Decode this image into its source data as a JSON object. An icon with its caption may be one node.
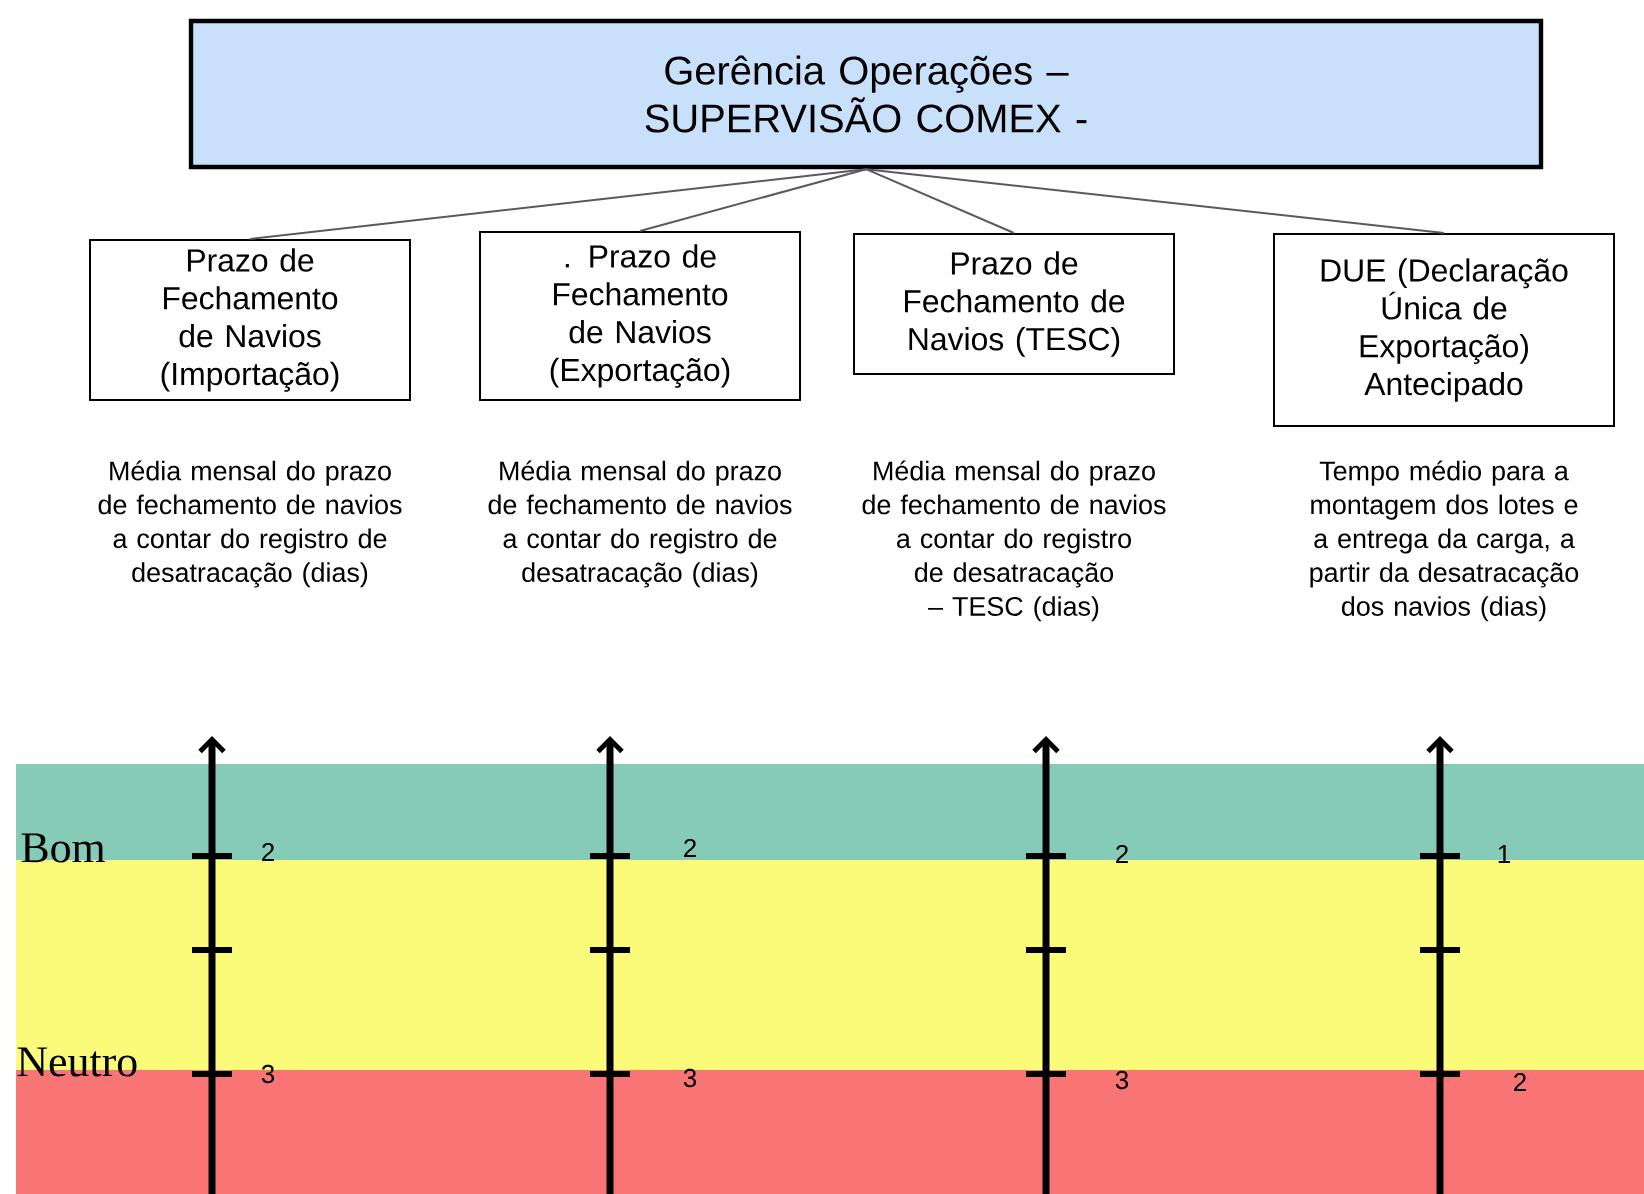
{
  "diagram": {
    "nodes": [
      {
        "text": [
          "Gerência Operações – SUPERVISÃO COMEX -"
        ]
      },
      {
        "text": [
          "Prazo de Fechamento de Navios (Importação)"
        ],
        "beside": [
          "Média mensal do prazo de fechamento de navios a contar do registro de desatracação (dias)"
        ]
      },
      {
        "text": [
          ". Prazo de Fechamento de Navios (Exportação)"
        ],
        "beside": [
          "Média mensal do prazo de fechamento de navios a contar do registro de desatracação (dias)"
        ]
      },
      {
        "text": [
          "Prazo de Fechamento de Navios (TESC)"
        ],
        "beside": [
          "Média mensal do prazo de fechamento de navios a contar do registro de desatracação – TESC (dias)"
        ]
      },
      {
        "text": [
          "DUE (Declaração Única de Exportação) Antecipado"
        ],
        "beside": [
          "Tempo médio para a montagem dos lotes e a entrega da carga, a partir da desatracação dos navios (dias)"
        ]
      }
    ],
    "edges": [
      {
        "from": 0,
        "to": 1,
        "arrow": "none"
      },
      {
        "from": 0,
        "to": 2,
        "arrow": "none"
      },
      {
        "from": 0,
        "to": 3,
        "arrow": "none"
      },
      {
        "from": 0,
        "to": 4,
        "arrow": "none"
      }
    ],
    "labels": [
      "Bom",
      "2",
      "2",
      "2",
      "1",
      "Neutro",
      "3",
      "3",
      "3",
      "2"
    ]
  }
}
